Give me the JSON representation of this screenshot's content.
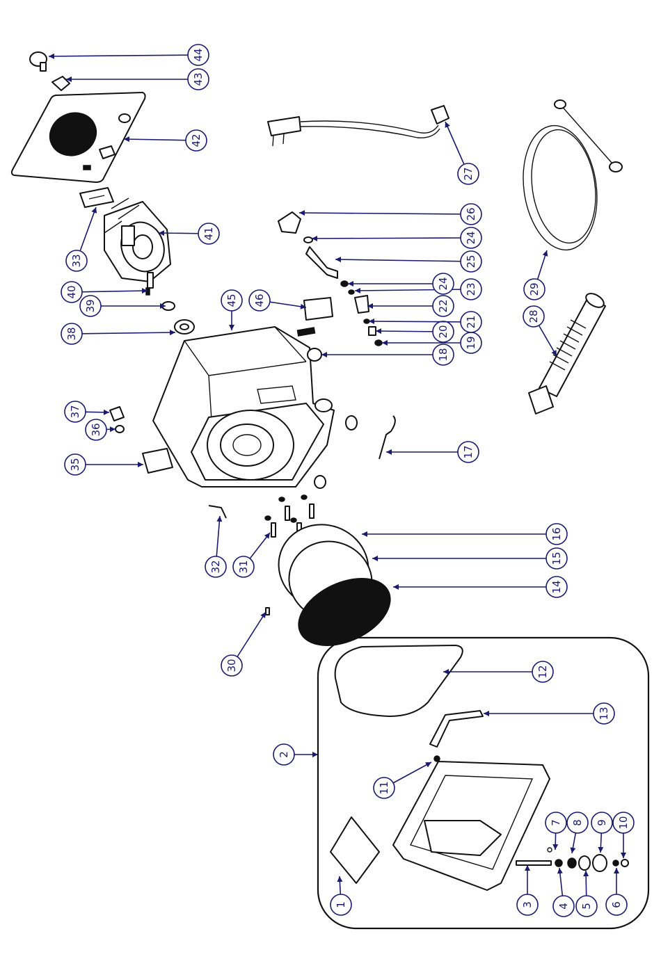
{
  "diagram": {
    "accent_color": "#1a1a6e",
    "line_color": "#111111",
    "callouts": [
      {
        "id": "c1",
        "label": "1"
      },
      {
        "id": "c2",
        "label": "2"
      },
      {
        "id": "c3",
        "label": "3"
      },
      {
        "id": "c4",
        "label": "4"
      },
      {
        "id": "c5",
        "label": "5"
      },
      {
        "id": "c6",
        "label": "6"
      },
      {
        "id": "c7",
        "label": "7"
      },
      {
        "id": "c8",
        "label": "8"
      },
      {
        "id": "c9",
        "label": "9"
      },
      {
        "id": "c10",
        "label": "10"
      },
      {
        "id": "c11",
        "label": "11"
      },
      {
        "id": "c12",
        "label": "12"
      },
      {
        "id": "c13",
        "label": "13"
      },
      {
        "id": "c14",
        "label": "14"
      },
      {
        "id": "c15",
        "label": "15"
      },
      {
        "id": "c16",
        "label": "16"
      },
      {
        "id": "c17",
        "label": "17"
      },
      {
        "id": "c18",
        "label": "18"
      },
      {
        "id": "c19",
        "label": "19"
      },
      {
        "id": "c20",
        "label": "20"
      },
      {
        "id": "c21",
        "label": "21"
      },
      {
        "id": "c22",
        "label": "22"
      },
      {
        "id": "c23",
        "label": "23"
      },
      {
        "id": "c24a",
        "label": "24"
      },
      {
        "id": "c24b",
        "label": "24"
      },
      {
        "id": "c25",
        "label": "25"
      },
      {
        "id": "c26",
        "label": "26"
      },
      {
        "id": "c27",
        "label": "27"
      },
      {
        "id": "c28",
        "label": "28"
      },
      {
        "id": "c29",
        "label": "29"
      },
      {
        "id": "c30",
        "label": "30"
      },
      {
        "id": "c31",
        "label": "31"
      },
      {
        "id": "c32",
        "label": "32"
      },
      {
        "id": "c33",
        "label": "33"
      },
      {
        "id": "c35",
        "label": "35"
      },
      {
        "id": "c36",
        "label": "36"
      },
      {
        "id": "c37",
        "label": "37"
      },
      {
        "id": "c38",
        "label": "38"
      },
      {
        "id": "c39",
        "label": "39"
      },
      {
        "id": "c40",
        "label": "40"
      },
      {
        "id": "c41",
        "label": "41"
      },
      {
        "id": "c42",
        "label": "42"
      },
      {
        "id": "c43",
        "label": "43"
      },
      {
        "id": "c44",
        "label": "44"
      },
      {
        "id": "c45",
        "label": "45"
      },
      {
        "id": "c46",
        "label": "46"
      }
    ]
  }
}
